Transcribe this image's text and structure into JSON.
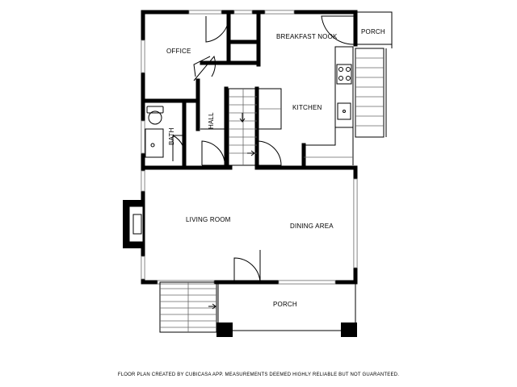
{
  "rooms": {
    "office": "OFFICE",
    "breakfast_nook": "BREAKFAST NOOK",
    "porch_upper": "PORCH",
    "kitchen": "KITCHEN",
    "hall": "HALL",
    "bath": "BATH",
    "living_room": "LIVING ROOM",
    "dining_area": "DINING AREA",
    "porch_lower": "PORCH"
  },
  "footer": {
    "disclaimer": "FLOOR PLAN CREATED BY CUBICASA APP. MEASUREMENTS DEEMED HIGHLY RELIABLE BUT NOT GUARANTEED."
  }
}
